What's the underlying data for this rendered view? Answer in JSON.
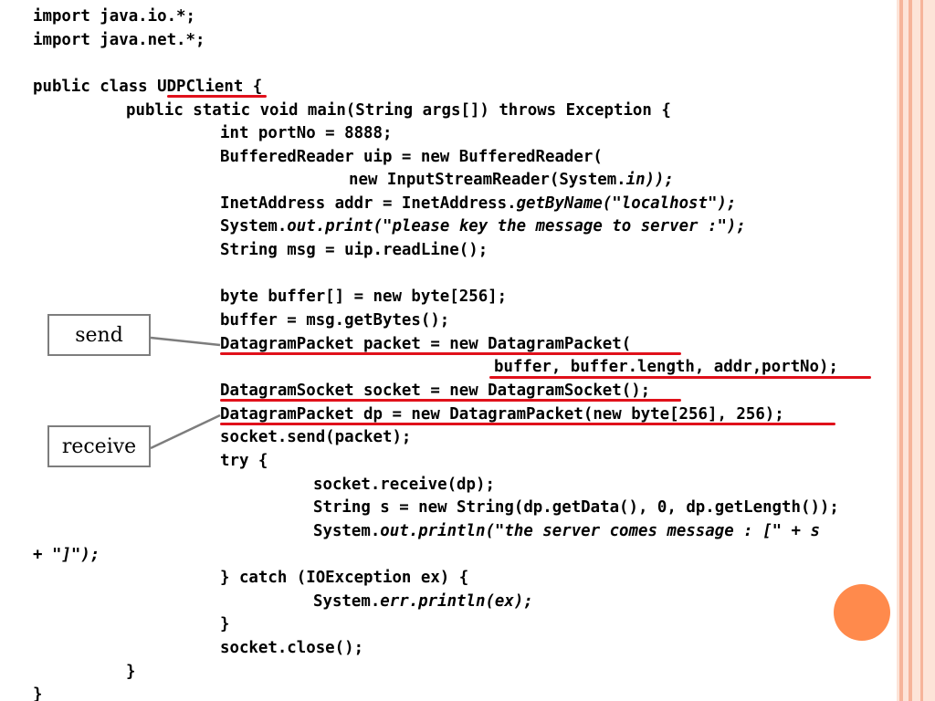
{
  "colors": {
    "underline": "#e0101a",
    "label_border": "#7d7d7d",
    "accent_circle": "#ff8a4c",
    "stripe_light": "#fde4d8",
    "stripe_mid": "#f6b49a"
  },
  "code": {
    "l1": "import java.io.*;",
    "l2": "import java.net.*;",
    "l3": "public class UDPClient {",
    "l4": "public static void main(String args[]) throws Exception {",
    "l5": "int portNo = 8888;",
    "l6": "BufferedReader uip = new BufferedReader(",
    "l7a": "new InputStreamReader(System.",
    "l7b": "in));",
    "l8a": "InetAddress addr = InetAddress.",
    "l8b": "getByName(\"localhost\");",
    "l9a": "System.",
    "l9b": "out.print(\"please key the message to server :\");",
    "l10": "String msg = uip.readLine();",
    "l11": "byte buffer[] = new byte[256];",
    "l12": "buffer = msg.getBytes();",
    "l13": "DatagramPacket packet = new DatagramPacket(",
    "l14": "buffer, buffer.length, addr,portNo);",
    "l15": "DatagramSocket socket = new DatagramSocket();",
    "l16": "DatagramPacket dp = new DatagramPacket(new byte[256], 256);",
    "l17": "socket.send(packet);",
    "l18": "try {",
    "l19": "socket.receive(dp);",
    "l20": "String s = new String(dp.getData(), 0, dp.getLength());",
    "l21a": "System.",
    "l21b": "out.println(\"the server comes message : [\" + s",
    "l22": "+ \"]\");",
    "l23": "} catch (IOException ex) {",
    "l24a": "System.",
    "l24b": "err.println(ex);",
    "l25": "}",
    "l26": "socket.close();",
    "l27": "}",
    "l28": "}"
  },
  "labels": {
    "send": "send",
    "receive": "receive"
  }
}
